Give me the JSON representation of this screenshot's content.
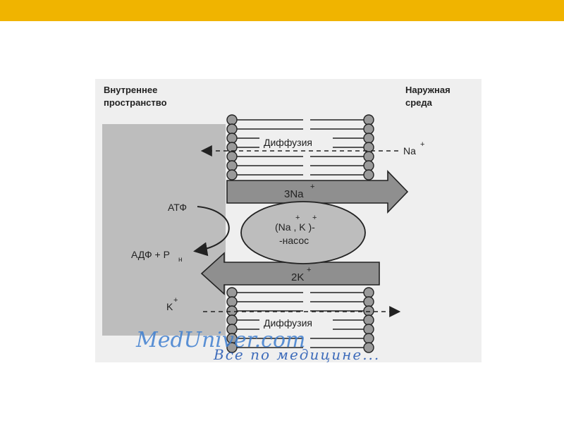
{
  "labels": {
    "inner_space_line1": "Внутреннее",
    "inner_space_line2": "пространство",
    "outer_env_line1": "Наружная",
    "outer_env_line2": "среда",
    "diffusion_top": "Диффузия",
    "diffusion_bottom": "Диффузия",
    "na_out": "Na",
    "na_out_sup": "+",
    "k_in": "K",
    "k_in_sup": "+",
    "atp": "АТФ",
    "adp": "АДФ + P",
    "adp_sub": "н",
    "arrow_3na": "3Na",
    "arrow_3na_sup": "+",
    "arrow_2k": "2K",
    "arrow_2k_sup": "+",
    "pump_line1": "(Na , K )-",
    "pump_sup_a": "+",
    "pump_sup_b": "+",
    "pump_line2": "-насос"
  },
  "watermark": {
    "site": "MedUniver.com",
    "slogan": "Все по медицине..."
  },
  "colors": {
    "top_bar": "#f0b400",
    "cell_interior": "#bdbdbd",
    "arrow_fill": "#8f8f8f",
    "watermark": "#3f7fd0"
  }
}
